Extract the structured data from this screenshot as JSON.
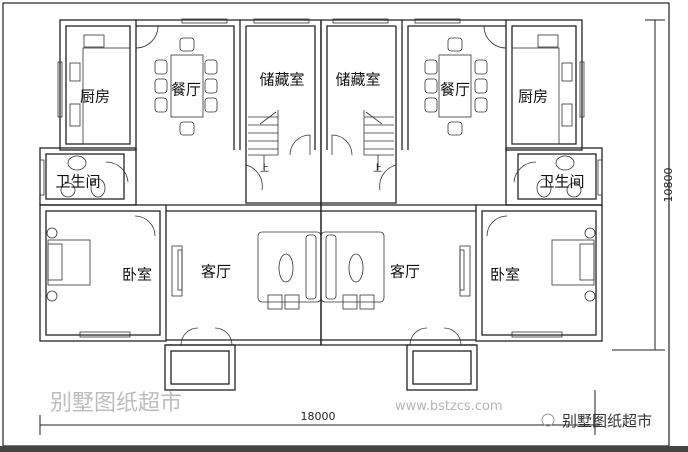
{
  "rooms": {
    "kitchen_left": "厨房",
    "dining_left": "餐厅",
    "storage_left": "储藏室",
    "storage_right": "储藏室",
    "dining_right": "餐厅",
    "kitchen_right": "厨房",
    "bath_left": "卫生间",
    "bath_right": "卫生间",
    "bedroom_left": "卧室",
    "bedroom_right": "卧室",
    "living_left": "客厅",
    "living_right": "客厅",
    "stair_up_left": "上",
    "stair_up_right": "上"
  },
  "dimensions": {
    "width": "18000",
    "depth": "10800"
  },
  "watermark": {
    "text": "别墅图纸超市",
    "url": "www.bstzcs.com"
  },
  "logo": {
    "text": "别墅图纸超市"
  }
}
